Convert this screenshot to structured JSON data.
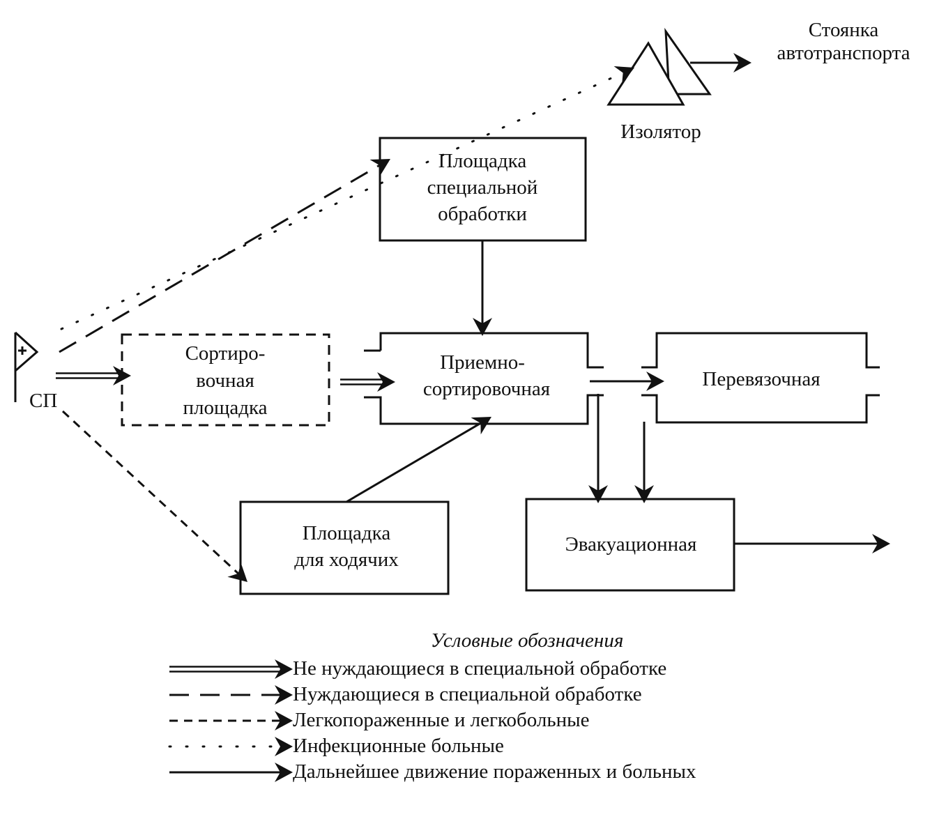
{
  "isolator": {
    "label": "Изолятор",
    "parking_line1": "Стоянка",
    "parking_line2": "автотранспорта"
  },
  "special_treatment": {
    "line1": "Площадка",
    "line2": "специальной",
    "line3": "обработки"
  },
  "sorting_area": {
    "line1": "Сортиро-",
    "line2": "вочная",
    "line3": "площадка"
  },
  "reception": {
    "line1": "Приемно-",
    "line2": "сортировочная"
  },
  "dressing": {
    "label": "Перевязочная"
  },
  "evacuation": {
    "label": "Эвакуационная"
  },
  "walking": {
    "line1": "Площадка",
    "line2": "для ходячих"
  },
  "post": {
    "label": "СП"
  },
  "legend": {
    "title": "Условные обозначения",
    "items": [
      {
        "label": "Не нуждающиеся в специальной обработке",
        "style": "double"
      },
      {
        "label": "Нуждающиеся в специальной обработке",
        "style": "long-dash"
      },
      {
        "label": "Легкопораженные и легкобольные",
        "style": "short-dash"
      },
      {
        "label": "Инфекционные больные",
        "style": "dotted"
      },
      {
        "label": "Дальнейшее движение пораженных и больных",
        "style": "solid"
      }
    ]
  }
}
